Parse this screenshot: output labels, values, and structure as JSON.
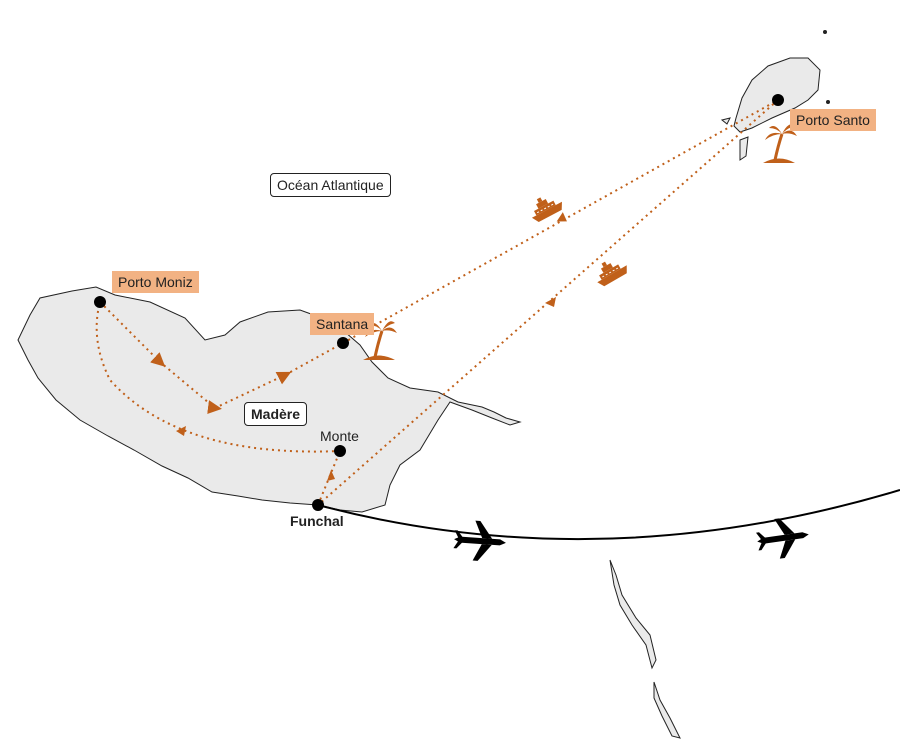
{
  "colors": {
    "route": "#c0601a",
    "land": "#eaeaea",
    "coast": "#222222",
    "label_bg": "#f2b283",
    "flight": "#000000"
  },
  "labels": {
    "ocean": "Océan Atlantique",
    "island_madeira": "Madère",
    "porto_moniz": "Porto Moniz",
    "santana": "Santana",
    "monte": "Monte",
    "funchal": "Funchal",
    "porto_santo": "Porto Santo"
  },
  "icons": {
    "ferry": "ferry-icon",
    "beach": "palm-beach-icon",
    "plane": "airplane-icon"
  }
}
